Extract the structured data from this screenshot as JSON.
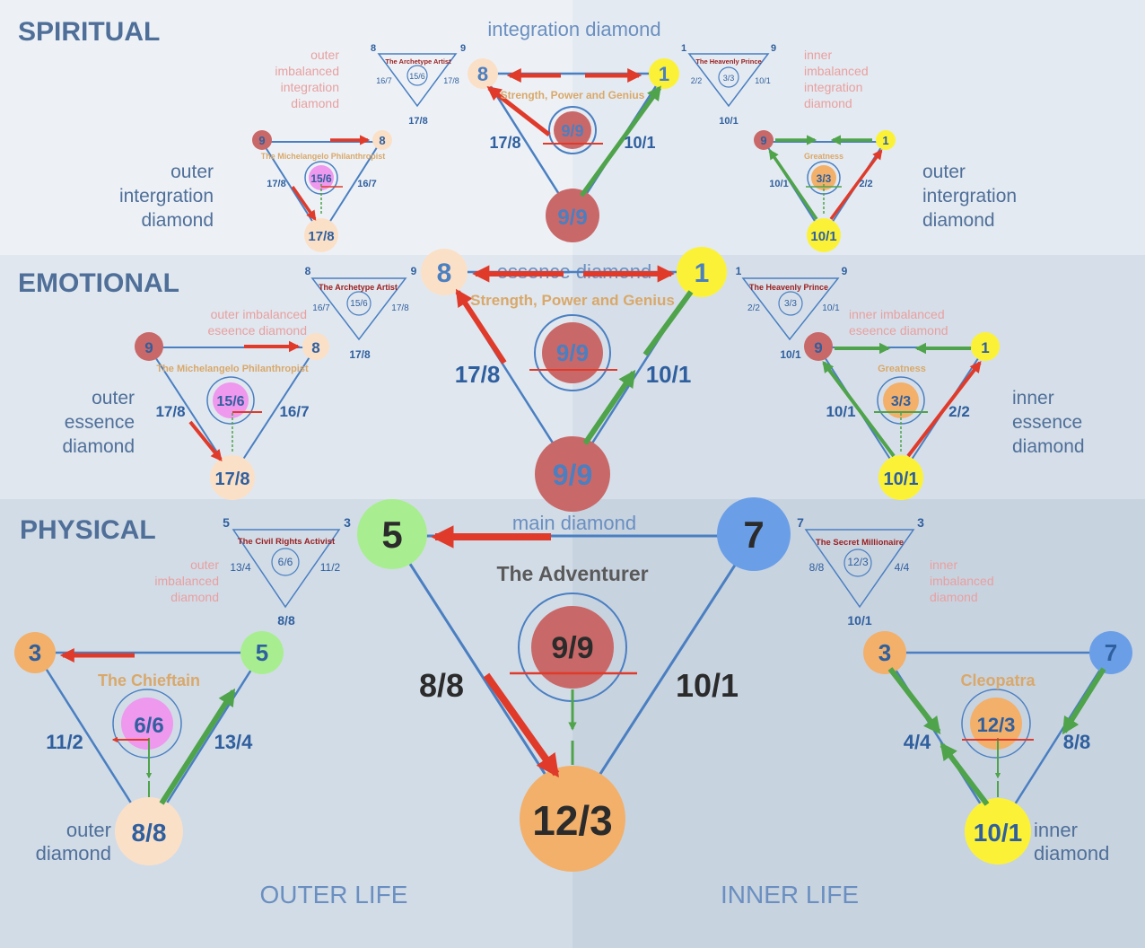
{
  "colors": {
    "blue": "#4a7fc1",
    "dark_blue": "#2f5f9e",
    "red_arrow": "#e03a2a",
    "green_arrow": "#4fa34a",
    "pink_label": "#e8a0a0",
    "gold_label": "#d9a86a",
    "dark_red_label": "#9a1e1e",
    "section_label": "#4f6f99",
    "peach": "#fbe0c8",
    "yellow": "#fbf238",
    "brick": "#c96868",
    "green": "#a8ee90",
    "orange": "#f2b06a",
    "sky": "#6a9fe8",
    "magenta": "#ee98ee"
  },
  "sections": [
    "SPIRITUAL",
    "EMOTIONAL",
    "PHYSICAL"
  ],
  "footer": {
    "outer_life": "OUTER LIFE",
    "inner_life": "INNER LIFE"
  },
  "spiritual": {
    "title": "integration diamond",
    "main": {
      "left": "8",
      "right": "1",
      "bottom": "9/9",
      "center": "9/9",
      "name": "Strength, Power and Genius",
      "left_side": "17/8",
      "right_side": "10/1"
    },
    "left_imb": {
      "tl": "8",
      "tr": "9",
      "name": "The Archetype Artist",
      "center": "15/6",
      "left_side": "16/7",
      "right_side": "17/8",
      "bottom": "17/8"
    },
    "right_imb": {
      "tl": "1",
      "tr": "9",
      "name": "The Heavenly Prince",
      "center": "3/3",
      "left_side": "2/2",
      "right_side": "10/1",
      "bottom": "10/1"
    },
    "outer_imb_label": [
      "outer",
      "imbalanced",
      "integration",
      "diamond"
    ],
    "inner_imb_label": [
      "inner",
      "imbalanced",
      "integration",
      "diamond"
    ],
    "outer": {
      "left": "9",
      "right": "8",
      "bottom": "17/8",
      "center": "15/6",
      "name": "The Michelangelo Philanthropist",
      "left_side": "17/8",
      "right_side": "16/7"
    },
    "inner": {
      "left": "9",
      "right": "1",
      "bottom": "10/1",
      "center": "3/3",
      "name": "Greatness",
      "left_side": "10/1",
      "right_side": "2/2"
    },
    "outer_label": [
      "outer",
      "intergration",
      "diamond"
    ],
    "inner_label": [
      "outer",
      "intergration",
      "diamond"
    ]
  },
  "emotional": {
    "title": "essence diamond",
    "main": {
      "left": "8",
      "right": "1",
      "bottom": "9/9",
      "center": "9/9",
      "name": "Strength, Power and Genius",
      "left_side": "17/8",
      "right_side": "10/1"
    },
    "left_imb": {
      "tl": "8",
      "tr": "9",
      "name": "The Archetype Artist",
      "center": "15/6",
      "left_side": "16/7",
      "right_side": "17/8",
      "bottom": "17/8"
    },
    "right_imb": {
      "tl": "1",
      "tr": "9",
      "name": "The Heavenly Prince",
      "center": "3/3",
      "left_side": "2/2",
      "right_side": "10/1",
      "bottom": "10/1"
    },
    "outer_imb_label": [
      "outer imbalanced",
      "eseence diamond"
    ],
    "inner_imb_label": [
      "inner imbalanced",
      "eseence diamond"
    ],
    "outer": {
      "left": "9",
      "right": "8",
      "bottom": "17/8",
      "center": "15/6",
      "name": "The Michelangelo Philanthropist",
      "left_side": "17/8",
      "right_side": "16/7"
    },
    "inner": {
      "left": "9",
      "right": "1",
      "bottom": "10/1",
      "center": "3/3",
      "name": "Greatness",
      "left_side": "10/1",
      "right_side": "2/2"
    },
    "outer_label": [
      "outer",
      "essence",
      "diamond"
    ],
    "inner_label": [
      "inner",
      "essence",
      "diamond"
    ]
  },
  "physical": {
    "title": "main diamond",
    "main": {
      "left": "5",
      "right": "7",
      "bottom": "12/3",
      "center": "9/9",
      "name": "The Adventurer",
      "left_side": "8/8",
      "right_side": "10/1"
    },
    "left_imb": {
      "tl": "5",
      "tr": "3",
      "name": "The Civil Rights Activist",
      "center": "6/6",
      "left_side": "13/4",
      "right_side": "11/2",
      "bottom": "8/8"
    },
    "right_imb": {
      "tl": "7",
      "tr": "3",
      "name": "The Secret Millionaire",
      "center": "12/3",
      "left_side": "8/8",
      "right_side": "4/4",
      "bottom": "10/1"
    },
    "outer_imb_label": [
      "outer",
      "imbalanced",
      "diamond"
    ],
    "inner_imb_label": [
      "inner",
      "imbalanced",
      "diamond"
    ],
    "outer": {
      "left": "3",
      "right": "5",
      "bottom": "8/8",
      "center": "6/6",
      "name": "The Chieftain",
      "left_side": "11/2",
      "right_side": "13/4"
    },
    "inner": {
      "left": "3",
      "right": "7",
      "bottom": "10/1",
      "center": "12/3",
      "name": "Cleopatra",
      "left_side": "4/4",
      "right_side": "8/8"
    },
    "outer_label": [
      "outer",
      "diamond"
    ],
    "inner_label": [
      "inner",
      "diamond"
    ]
  }
}
